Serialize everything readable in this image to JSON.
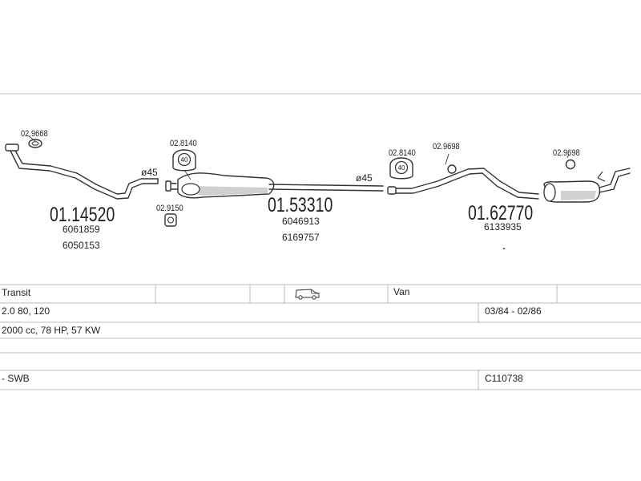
{
  "parts": {
    "front_pipe": {
      "number": "01.14520",
      "oem": [
        "6061859",
        "6050153"
      ]
    },
    "centre_silencer": {
      "number": "01.53310",
      "oem": [
        "6046913",
        "6169757"
      ]
    },
    "rear_silencer": {
      "number": "01.62770",
      "oem": [
        "6133935"
      ]
    }
  },
  "fittings": {
    "gasket_front": "02.9668",
    "hanger_centre": "02.8140",
    "clamp_centre": "02.9150",
    "hanger_rear": "02.8140",
    "clamp_rear_a": "02.9698",
    "clamp_rear_b": "02.9698",
    "diameter_front": "ø45",
    "diameter_mid": "ø45",
    "hanger_size": "40"
  },
  "vehicle": {
    "model": "Transit",
    "body_type": "Van",
    "engine": "2.0 80, 120",
    "years": "03/84 - 02/86",
    "spec": "2000 cc, 78 HP, 57 KW",
    "wheelbase": "- SWB",
    "code": "C110738"
  }
}
